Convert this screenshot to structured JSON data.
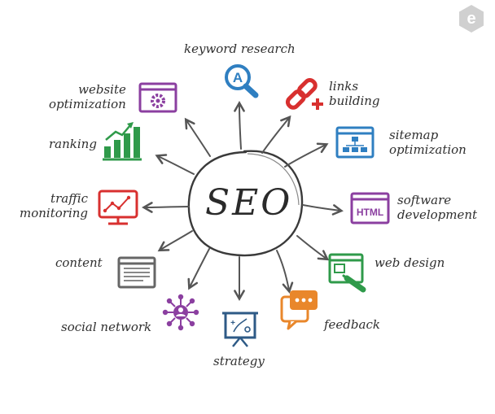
{
  "center": {
    "label": "SEO"
  },
  "topics": {
    "keyword_research": "keyword research",
    "links_building": "links\nbuilding",
    "sitemap_optimization": "sitemap\noptimization",
    "software_development": "software\ndevelopment",
    "web_design": "web design",
    "feedback": "feedback",
    "strategy": "strategy",
    "social_network": "social network",
    "content": "content",
    "traffic_monitoring": "traffic\nmonitoring",
    "ranking": "ranking",
    "website_optimization": "website\noptimization"
  },
  "icons": {
    "keyword_research": {
      "name": "magnifier-a-icon",
      "glyph": "A",
      "color": "#2f7fc1"
    },
    "links_building": {
      "name": "chain-link-plus-icon",
      "color": "#d8302f"
    },
    "sitemap_optimization": {
      "name": "sitemap-icon",
      "color": "#2f7fc1"
    },
    "software_development": {
      "name": "html-window-icon",
      "glyph": "HTML",
      "color": "#8b3fa0"
    },
    "web_design": {
      "name": "web-design-icon",
      "color": "#2f9a4a"
    },
    "feedback": {
      "name": "feedback-bubble-icon",
      "color": "#e9872b"
    },
    "strategy": {
      "name": "strategy-board-icon",
      "color": "#2e5a86"
    },
    "social_network": {
      "name": "social-network-icon",
      "color": "#8b3fa0"
    },
    "content": {
      "name": "content-window-icon",
      "color": "#666666"
    },
    "traffic_monitoring": {
      "name": "monitor-chart-icon",
      "color": "#d8302f"
    },
    "ranking": {
      "name": "bar-chart-up-icon",
      "color": "#2f9a4a"
    },
    "website_optimization": {
      "name": "browser-gear-icon",
      "color": "#8b3fa0"
    }
  },
  "logo": {
    "name": "e-hexagon-logo",
    "glyph": "e",
    "color": "#d0d0d0"
  }
}
